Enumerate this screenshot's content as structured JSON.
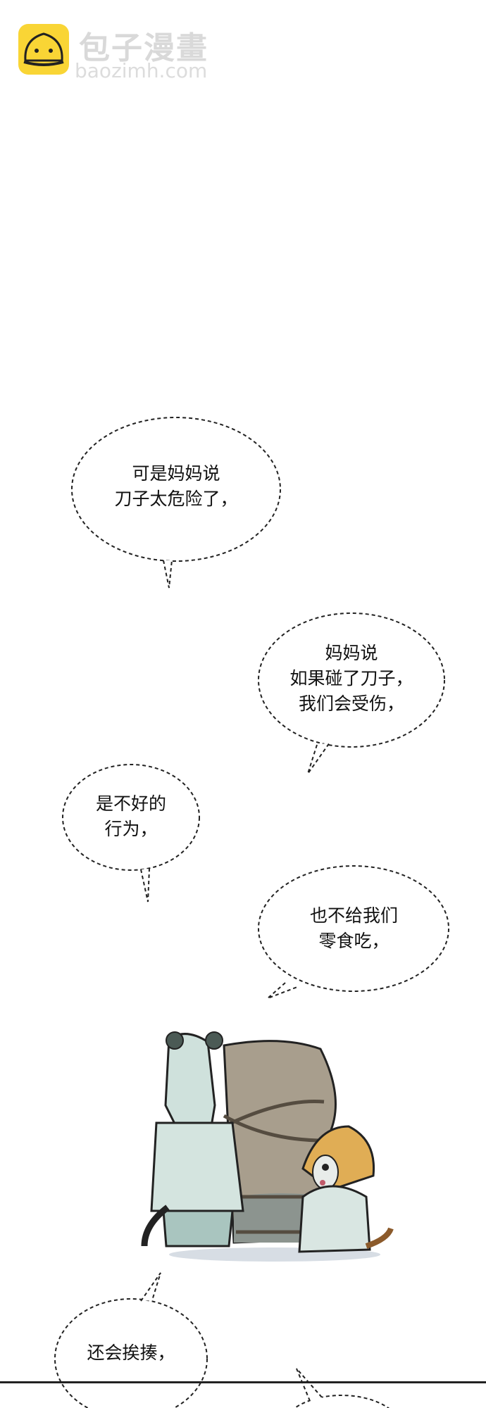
{
  "watermark": {
    "name_cn": "包子漫畫",
    "domain": "baozimh.com"
  },
  "colors": {
    "logo_yellow": "#f9d535",
    "bubble_stroke": "#222222"
  },
  "bubbles": [
    {
      "lines": [
        "可是妈妈说",
        "刀子太危险了，"
      ]
    },
    {
      "lines": [
        "妈妈说",
        "如果碰了刀子，",
        "我们会受伤，"
      ]
    },
    {
      "lines": [
        "是不好的",
        "行为，"
      ]
    },
    {
      "lines": [
        "也不给我们",
        "零食吃，"
      ]
    },
    {
      "lines": [
        "还会挨揍，"
      ]
    }
  ]
}
